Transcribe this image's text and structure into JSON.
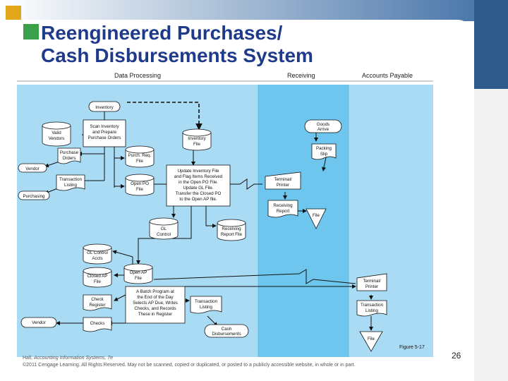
{
  "title": {
    "line1": "Reengineered Purchases/",
    "line2": "Cash Disbursements System"
  },
  "lanes": {
    "data_processing": "Data Processing",
    "receiving": "Receiving",
    "accounts_payable": "Accounts Payable"
  },
  "nodes": {
    "inventory": "Inventory",
    "scan": [
      "Scan Inventory",
      "and Prepare",
      "Purchase Orders"
    ],
    "valid_vendors": [
      "Valid",
      "Vendors"
    ],
    "purchase_orders": [
      "Purchase",
      "Orders"
    ],
    "vendor_top": "Vendor",
    "purch_req_file": [
      "Purch. Req.",
      "File"
    ],
    "inventory_file": [
      "Inventory",
      "File"
    ],
    "transaction_listing_dp": [
      "Transaction",
      "Listing"
    ],
    "purchasing": "Purchasing",
    "open_po_file": [
      "Open PO",
      "File"
    ],
    "update_process": [
      "Update Inventory File",
      "and Flag Items Received",
      "in the Open PO File.",
      "Update GL File.",
      "Transfer the Closed PO",
      "to the Open AP file."
    ],
    "gl_control": [
      "GL",
      "Control"
    ],
    "receiving_report_file": [
      "Receiving",
      "Report File"
    ],
    "gl_control_accts": [
      "GL Control",
      "Accts"
    ],
    "closed_ap_file": [
      "Closed AP",
      "File"
    ],
    "open_ap_file": [
      "Open AP",
      "File"
    ],
    "check_register": [
      "Check",
      "Register"
    ],
    "batch_program": [
      "A Batch Program at",
      "the End of the Day",
      "Selects AP Due, Writes",
      "Checks, and Records",
      "These in Register"
    ],
    "transaction_listing_cd": [
      "Transaction",
      "Listing"
    ],
    "vendor_bottom": "Vendor",
    "checks": "Checks",
    "cash_disbursements": [
      "Cash",
      "Disbursements"
    ],
    "goods_arrive": [
      "Goods",
      "Arrive"
    ],
    "packing_slip": [
      "Packing",
      "Slip"
    ],
    "terminal_printer_rcv": [
      "Terminal/",
      "Printer"
    ],
    "receiving_report": [
      "Receiving",
      "Report"
    ],
    "file_rcv": "File",
    "terminal_printer_ap": [
      "Terminal/",
      "Printer"
    ],
    "transaction_listing_ap": [
      "Transaction",
      "Listing"
    ],
    "file_ap": "File"
  },
  "figure_label": "Figure 5-17",
  "page_number": "26",
  "footer": {
    "line1_prefix": "Hall, ",
    "line1_italic": "Accounting Information Systems, 7e",
    "line2": "©2011 Cengage Learning. All Rights Reserved. May not be scanned, copied or duplicated, or posted to a publicly accessible website, in whole or in part."
  },
  "colors": {
    "banner_gradient_left": "#ffffff",
    "banner_gradient_right": "#3f6ea5",
    "title": "#1f3a8a",
    "lane_data_processing": "#a9dcf4",
    "lane_receiving": "#6ec6ee",
    "lane_accounts_payable": "#a9dcf4",
    "accent_orange": "#e4a61a",
    "accent_green": "#3aa14a"
  }
}
